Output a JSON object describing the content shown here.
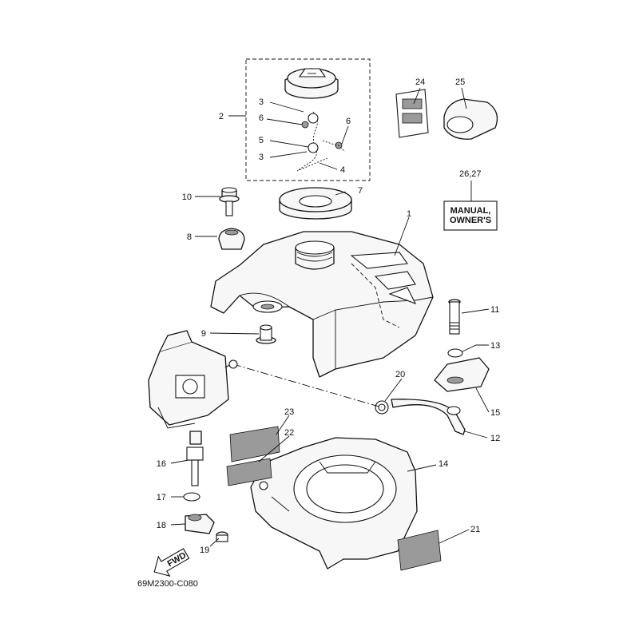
{
  "diagram": {
    "code": "69M2300-C080",
    "fwd_arrow_text": "FWD",
    "manual_label": [
      "MANUAL,",
      "OWNER'S"
    ],
    "labels": {
      "p1": "1",
      "p2": "2",
      "p3a": "3",
      "p3b": "3",
      "p4": "4",
      "p5": "5",
      "p6a": "6",
      "p6b": "6",
      "p7": "7",
      "p8": "8",
      "p9": "9",
      "p10": "10",
      "p11": "11",
      "p12": "12",
      "p13": "13",
      "p14": "14",
      "p15": "15",
      "p16": "16",
      "p17": "17",
      "p18": "18",
      "p19": "19",
      "p20": "20",
      "p21": "21",
      "p22": "22",
      "p23": "23",
      "p24": "24",
      "p25": "25",
      "p26_27": "26,27"
    }
  }
}
